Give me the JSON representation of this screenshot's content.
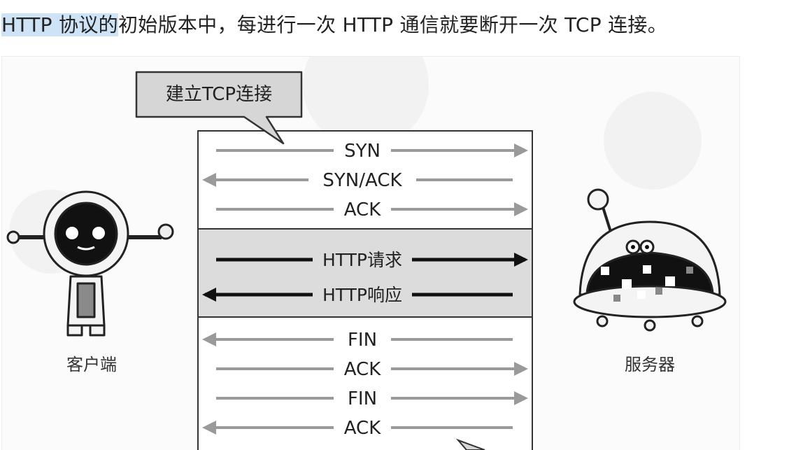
{
  "caption": {
    "highlight": "HTTP 协议的",
    "rest": "初始版本中，每进行一次 HTTP 通信就要断开一次 TCP 连接。"
  },
  "diagram": {
    "callout_label": "建立TCP连接",
    "client_label": "客户端",
    "server_label": "服务器",
    "handshake": [
      {
        "label": "SYN",
        "direction": "right"
      },
      {
        "label": "SYN/ACK",
        "direction": "left"
      },
      {
        "label": "ACK",
        "direction": "right"
      }
    ],
    "http_exchange": [
      {
        "label": "HTTP请求",
        "direction": "right"
      },
      {
        "label": "HTTP响应",
        "direction": "left"
      }
    ],
    "teardown": [
      {
        "label": "FIN",
        "direction": "left"
      },
      {
        "label": "ACK",
        "direction": "right"
      },
      {
        "label": "FIN",
        "direction": "right"
      },
      {
        "label": "ACK",
        "direction": "left"
      }
    ],
    "colors": {
      "gray_arrow": "#9a9a9a",
      "black_arrow": "#111111",
      "band_fill": "#dcdcdc",
      "callout_fill": "#d6d6d6"
    }
  }
}
